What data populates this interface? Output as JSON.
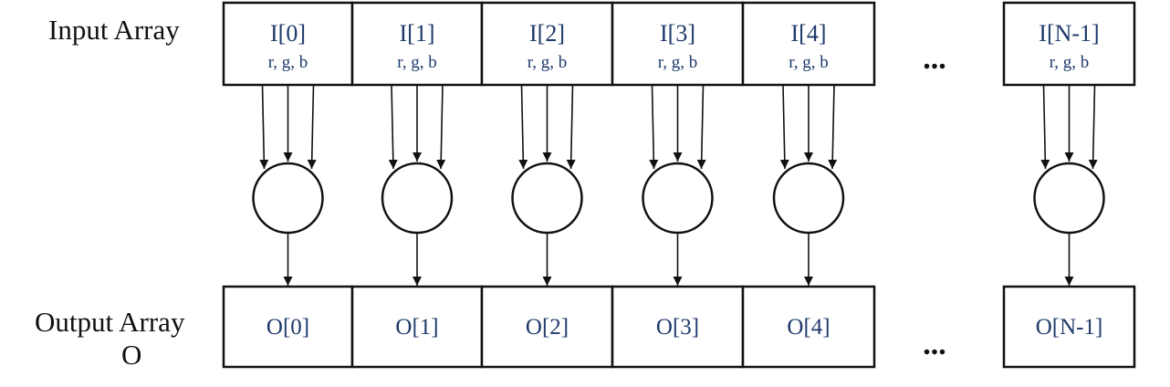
{
  "labels": {
    "input_array": "Input Array",
    "output_array_line1": "Output Array",
    "output_array_line2": "O",
    "ellipsis": "..."
  },
  "colors": {
    "cell_text": "#1f3a6b",
    "line": "#111111",
    "label": "#111111"
  },
  "input_cells": [
    {
      "name": "I[0]",
      "channels": "r, g, b"
    },
    {
      "name": "I[1]",
      "channels": "r, g, b"
    },
    {
      "name": "I[2]",
      "channels": "r, g, b"
    },
    {
      "name": "I[3]",
      "channels": "r, g, b"
    },
    {
      "name": "I[4]",
      "channels": "r, g, b"
    },
    {
      "name": "I[N-1]",
      "channels": "r, g, b"
    }
  ],
  "output_cells": [
    {
      "name": "O[0]"
    },
    {
      "name": "O[1]"
    },
    {
      "name": "O[2]"
    },
    {
      "name": "O[3]"
    },
    {
      "name": "O[4]"
    },
    {
      "name": "O[N-1]"
    }
  ]
}
